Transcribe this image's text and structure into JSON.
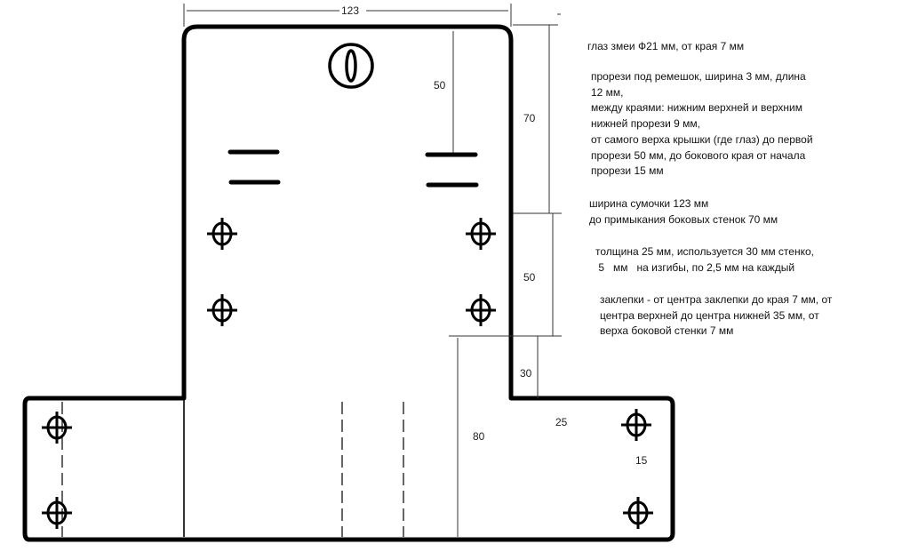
{
  "dimensions": {
    "width_total": "123",
    "to_first_slot": "50",
    "to_side_walls": "70",
    "rivet_zone": "50",
    "above_side_wall": "30",
    "side_wall_height": "80",
    "wall_thickness": "25",
    "rivet_edge": "15"
  },
  "notes": {
    "eye": [
      "глаз змеи Ф21 мм, от края 7 мм"
    ],
    "slots": [
      "прорези под ремешок, ширина 3 мм, длина",
      "12 мм,",
      "между краями: нижним верхней и верхним",
      "нижней прорези 9 мм,",
      "от самого верха крышки (где глаз) до первой",
      "прорези 50 мм, до бокового края от начала",
      "прорези 15 мм"
    ],
    "width": [
      "ширина сумочки 123 мм",
      "до примыкания боковых стенок 70 мм"
    ],
    "thickness": [
      "толщина 25 мм, используется 30 мм стенко,",
      " 5   мм   на изгибы, по 2,5 мм на каждый"
    ],
    "rivets": [
      "заклепки - от центра заклепки до края 7 мм, от",
      "центра верхней до центра нижней 35 мм, от",
      "верха боковой стенки 7 мм"
    ]
  }
}
